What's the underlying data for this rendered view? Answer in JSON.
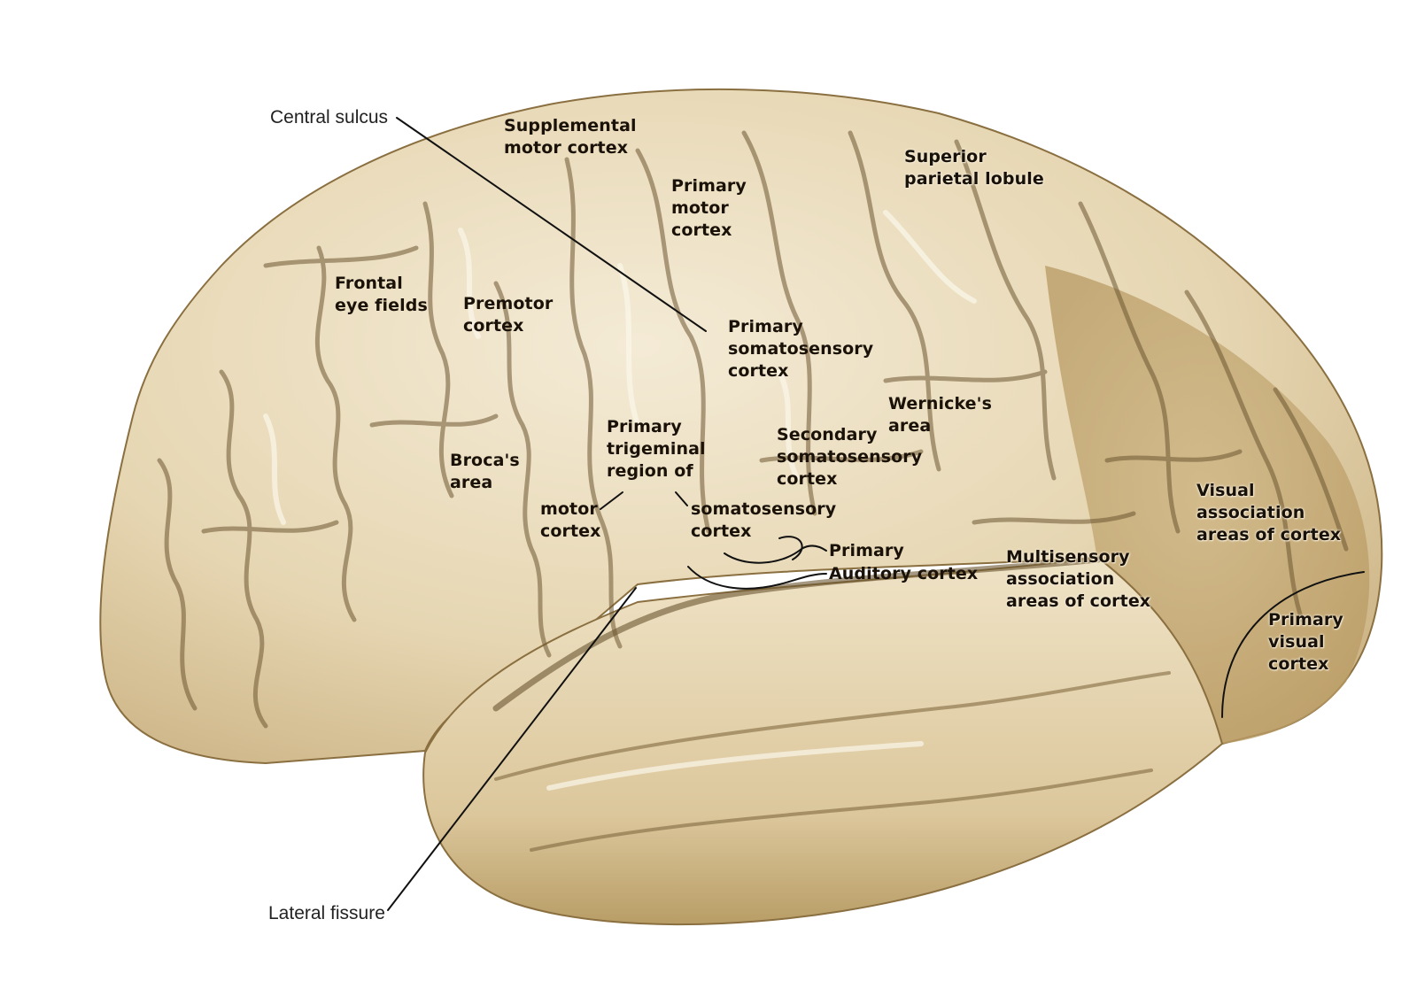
{
  "diagram": {
    "callouts": {
      "central_sulcus": "Central sulcus",
      "lateral_fissure": "Lateral fissure"
    },
    "labels": {
      "supplemental_motor": "Supplemental\nmotor cortex",
      "superior_parietal": "Superior\nparietal lobule",
      "primary_motor": "Primary\nmotor\ncortex",
      "frontal_eye_fields": "Frontal\neye fields",
      "premotor": "Premotor\ncortex",
      "primary_somatosensory": "Primary\nsomatosensory\ncortex",
      "wernickes": "Wernicke's\narea",
      "secondary_somatosensory": "Secondary\nsomatosensory\ncortex",
      "primary_trigeminal": "Primary\ntrigeminal\nregion of",
      "brocas": "Broca's\narea",
      "motor_cortex": "motor\ncortex",
      "somatosensory_cortex": "somatosensory\ncortex",
      "primary_auditory_1": "Primary",
      "primary_auditory_2": "Auditory cortex",
      "multisensory": "Multisensory\nassociation\nareas of cortex",
      "visual_association": "Visual\nassociation\nareas of cortex",
      "primary_visual": "Primary\nvisual\ncortex"
    },
    "colors": {
      "brain_base": "#e6d6b2",
      "brain_light": "#f4ebd6",
      "brain_shadow": "#7a6238",
      "sulcus_line": "#5e4a2a",
      "leader_line": "#111111"
    }
  }
}
